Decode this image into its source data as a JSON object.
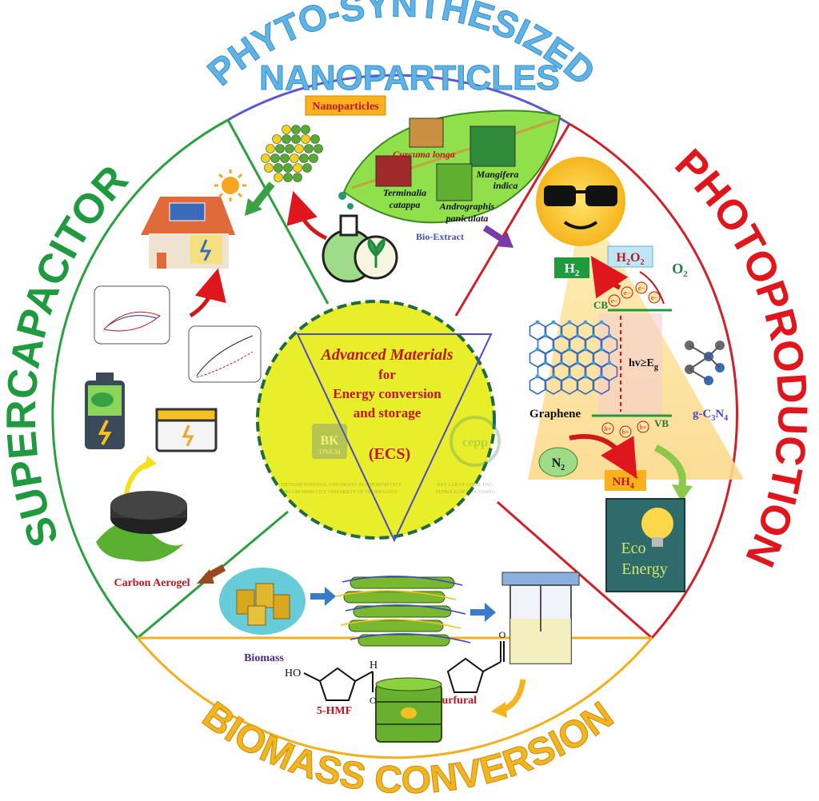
{
  "sections": {
    "top": {
      "title": "PHYTO-SYNTHESIZED NANOPARTICLES",
      "color": "#5eb4e6",
      "border": "#5a5ac8"
    },
    "right": {
      "title": "PHOTOPRODUCTION",
      "color": "#e0161d",
      "border": "#d0202a"
    },
    "bottom": {
      "title": "BIOMASS CONVERSION",
      "color": "#f2b51d",
      "border": "#f0b020"
    },
    "left": {
      "title": "SUPERCAPACITOR",
      "color": "#1f9a3e",
      "border": "#2aa040"
    }
  },
  "center": {
    "line1": "Advanced Materials",
    "line2": "for",
    "line3": "Energy conversion",
    "line4": "and storage",
    "abbr": "(ECS)",
    "logo_left_mark": "BK",
    "logo_left_sub": "TPHCM",
    "logo_left_caption1": "VIETNAM NATIONAL UNIVERSITY HO CHI MINH CITY",
    "logo_left_caption2": "HO CHI MINH CITY UNIVERSITY OF TECHNOLOGY",
    "logo_right_mark": "cepp",
    "logo_right_caption1": "KEY LAB OF CHEM. ENG.",
    "logo_right_caption2": "PETROLEUM PROCESSING",
    "fill_color": "#e8ee2a"
  },
  "phyto": {
    "nanoparticles_label": "Nanoparticles",
    "plant1": "Curcuma longa",
    "plant2": "Mangifera",
    "plant2b": "indica",
    "plant3": "Terminalia",
    "plant3b": "catappa",
    "plant4": "Andrographis",
    "plant4b": "paniculata",
    "extract_label": "Bio-Extract"
  },
  "photo": {
    "h2": "H",
    "h2_sub": "2",
    "h2o2_a": "H",
    "h2o2_b": "2",
    "h2o2_c": "O",
    "h2o2_d": "2",
    "o2": "O",
    "o2_sub": "2",
    "cb": "CB",
    "vb": "VB",
    "hv": "hv≥E",
    "hv_sub": "g",
    "graphene": "Graphene",
    "gcn_a": "g-C",
    "gcn_b": "3",
    "gcn_c": "N",
    "gcn_d": "4",
    "n2": "N",
    "n2_sub": "2",
    "nh4": "NH",
    "nh4_sub": "4",
    "nh4_sup": "+",
    "electron": "e",
    "electron_sup": "−",
    "hole": "h",
    "hole_sup": "+",
    "eco1": "Eco",
    "eco2": "Energy"
  },
  "biomass": {
    "biomass_label": "Biomass",
    "hmf_label": "5-HMF",
    "furfural_label": "Furfural",
    "ho": "HO",
    "h": "H",
    "o": "O"
  },
  "supercap": {
    "carbon_aerogel": "Carbon Aerogel"
  }
}
